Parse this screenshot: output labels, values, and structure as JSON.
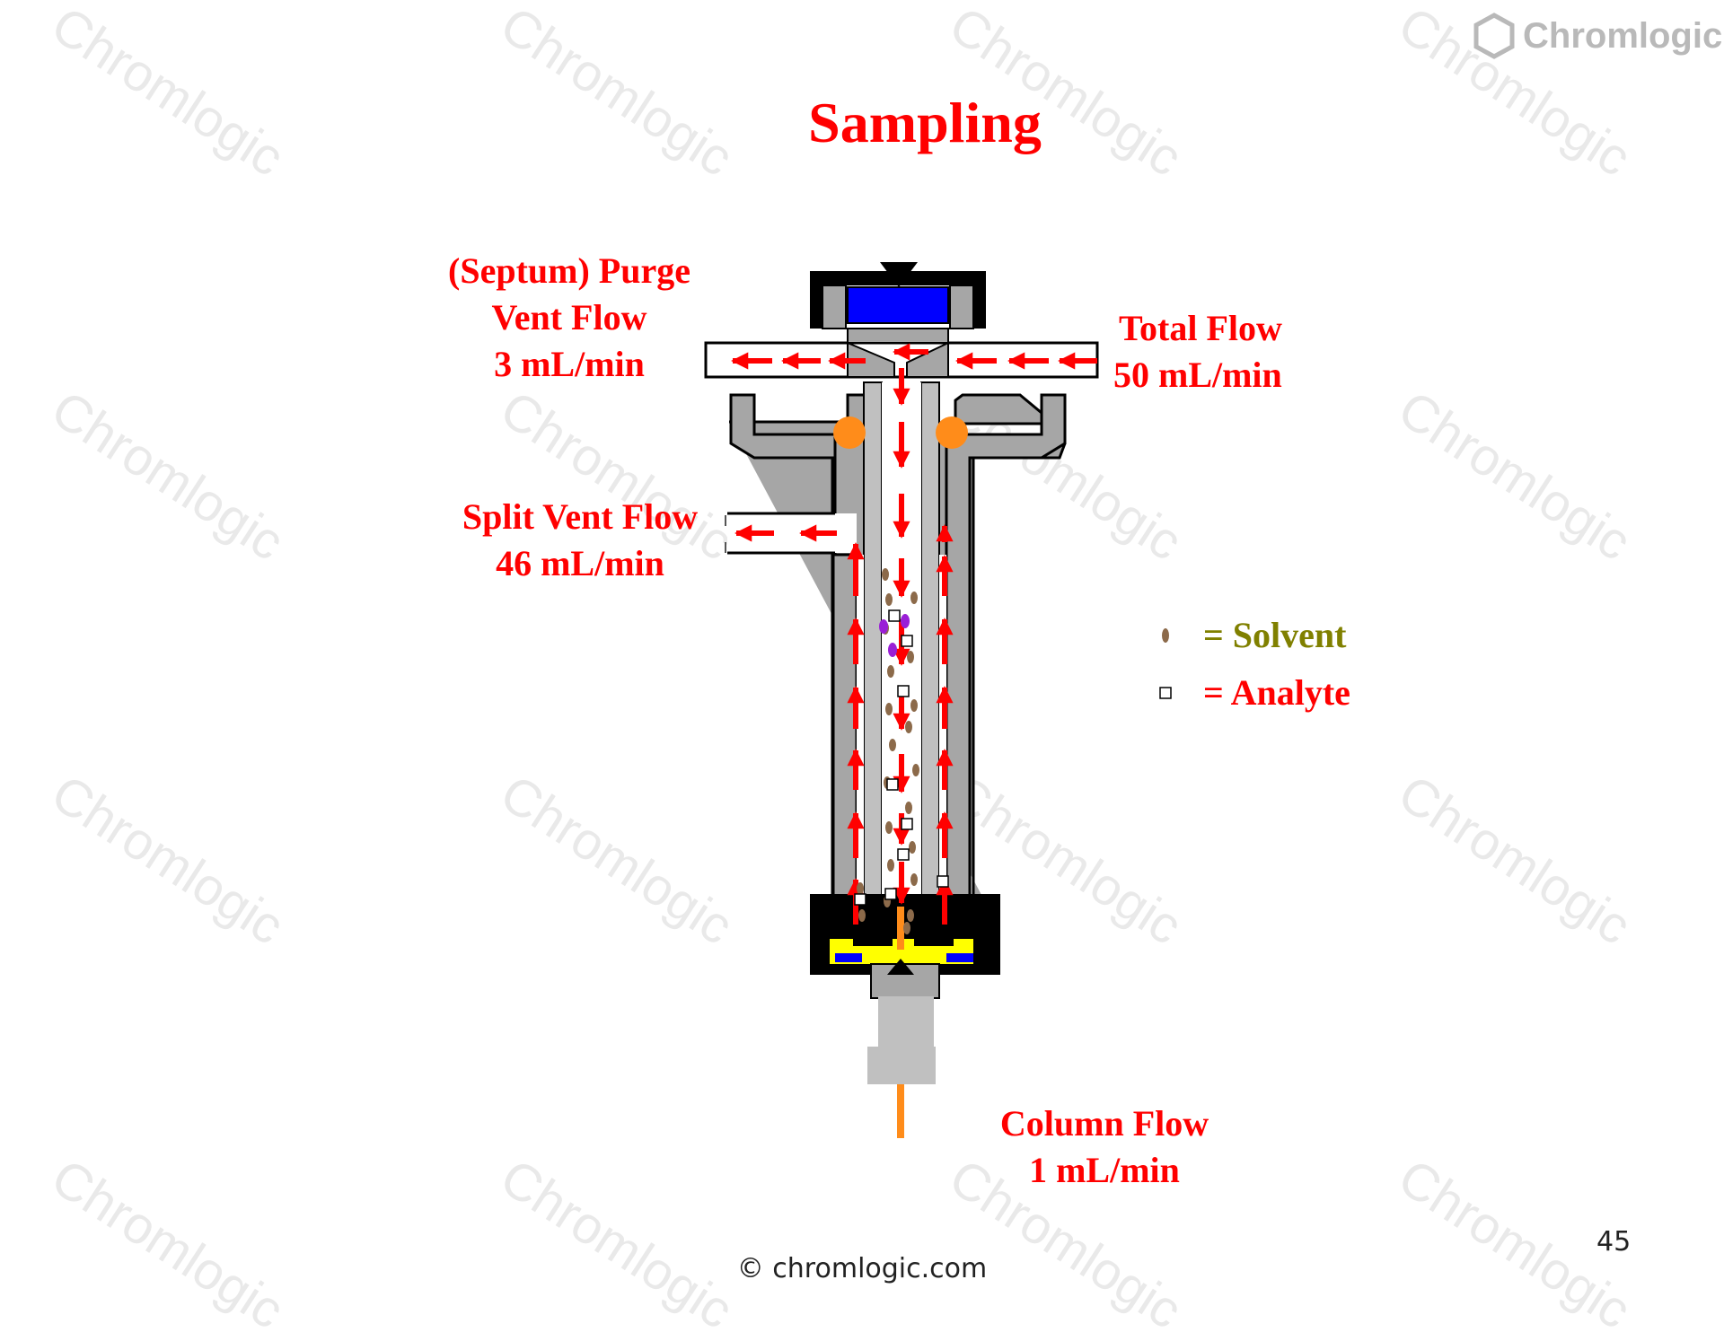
{
  "title": "Sampling",
  "logo": {
    "icon": "hexagon-icon",
    "text": "Chromlogic"
  },
  "watermark": "Chromlogic",
  "labels": {
    "purge": [
      "(Septum) Purge",
      "Vent Flow",
      "3 mL/min"
    ],
    "total": [
      "Total Flow",
      "50 mL/min"
    ],
    "split": [
      "Split Vent Flow",
      "46 mL/min"
    ],
    "column": [
      "Column Flow",
      "1 mL/min"
    ]
  },
  "legend": {
    "solvent": {
      "text": "= Solvent",
      "color": "#808000"
    },
    "analyte": {
      "text": "= Analyte",
      "color": "#ff0000"
    }
  },
  "footer": "© chromlogic.com",
  "page_number": "45",
  "colors": {
    "flow": "#ff0000",
    "body": "#a6a6a6",
    "septum": "#0000ff",
    "ferrule": "#ff8c1a",
    "seal": "#ffff00",
    "solvent": "#8c6a4a",
    "solvent_alt": "#9a1fd6"
  }
}
